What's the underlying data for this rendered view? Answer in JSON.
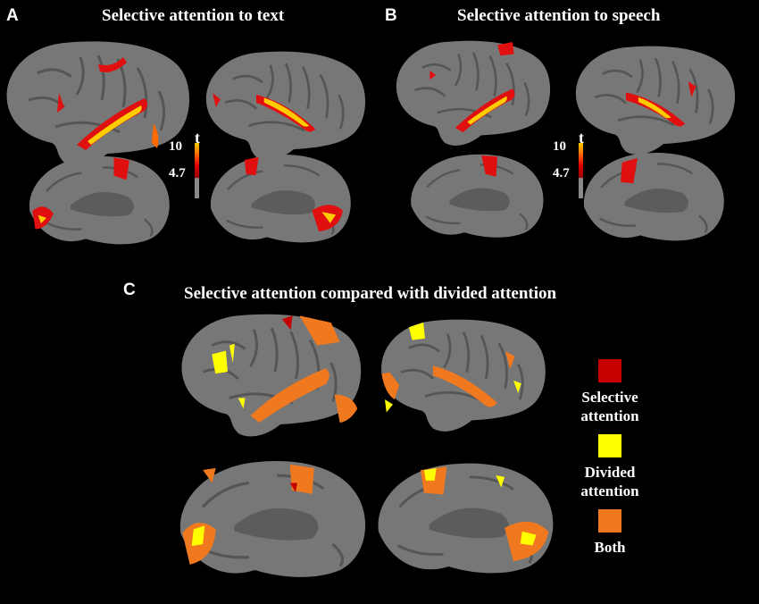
{
  "panels": {
    "a": {
      "letter": "A",
      "title": "Selective attention to text"
    },
    "b": {
      "letter": "B",
      "title": "Selective attention to speech"
    },
    "c": {
      "letter": "C",
      "title": "Selective attention compared with divided attention"
    }
  },
  "colorbar": {
    "variable": "t",
    "max": "10",
    "min": "4.7",
    "colors": [
      "#ffcc00",
      "#ff6a00",
      "#e00000",
      "#9a0000",
      "#8a8a8a"
    ]
  },
  "legend": [
    {
      "label_line1": "Selective",
      "label_line2": "attention",
      "color": "#c40000"
    },
    {
      "label_line1": "Divided",
      "label_line2": "attention",
      "color": "#ffff00"
    },
    {
      "label_line1": "Both",
      "label_line2": "",
      "color": "#f0781e"
    }
  ],
  "colors": {
    "background": "#000000",
    "cortex": "#777777",
    "sulcus": "#555555"
  }
}
